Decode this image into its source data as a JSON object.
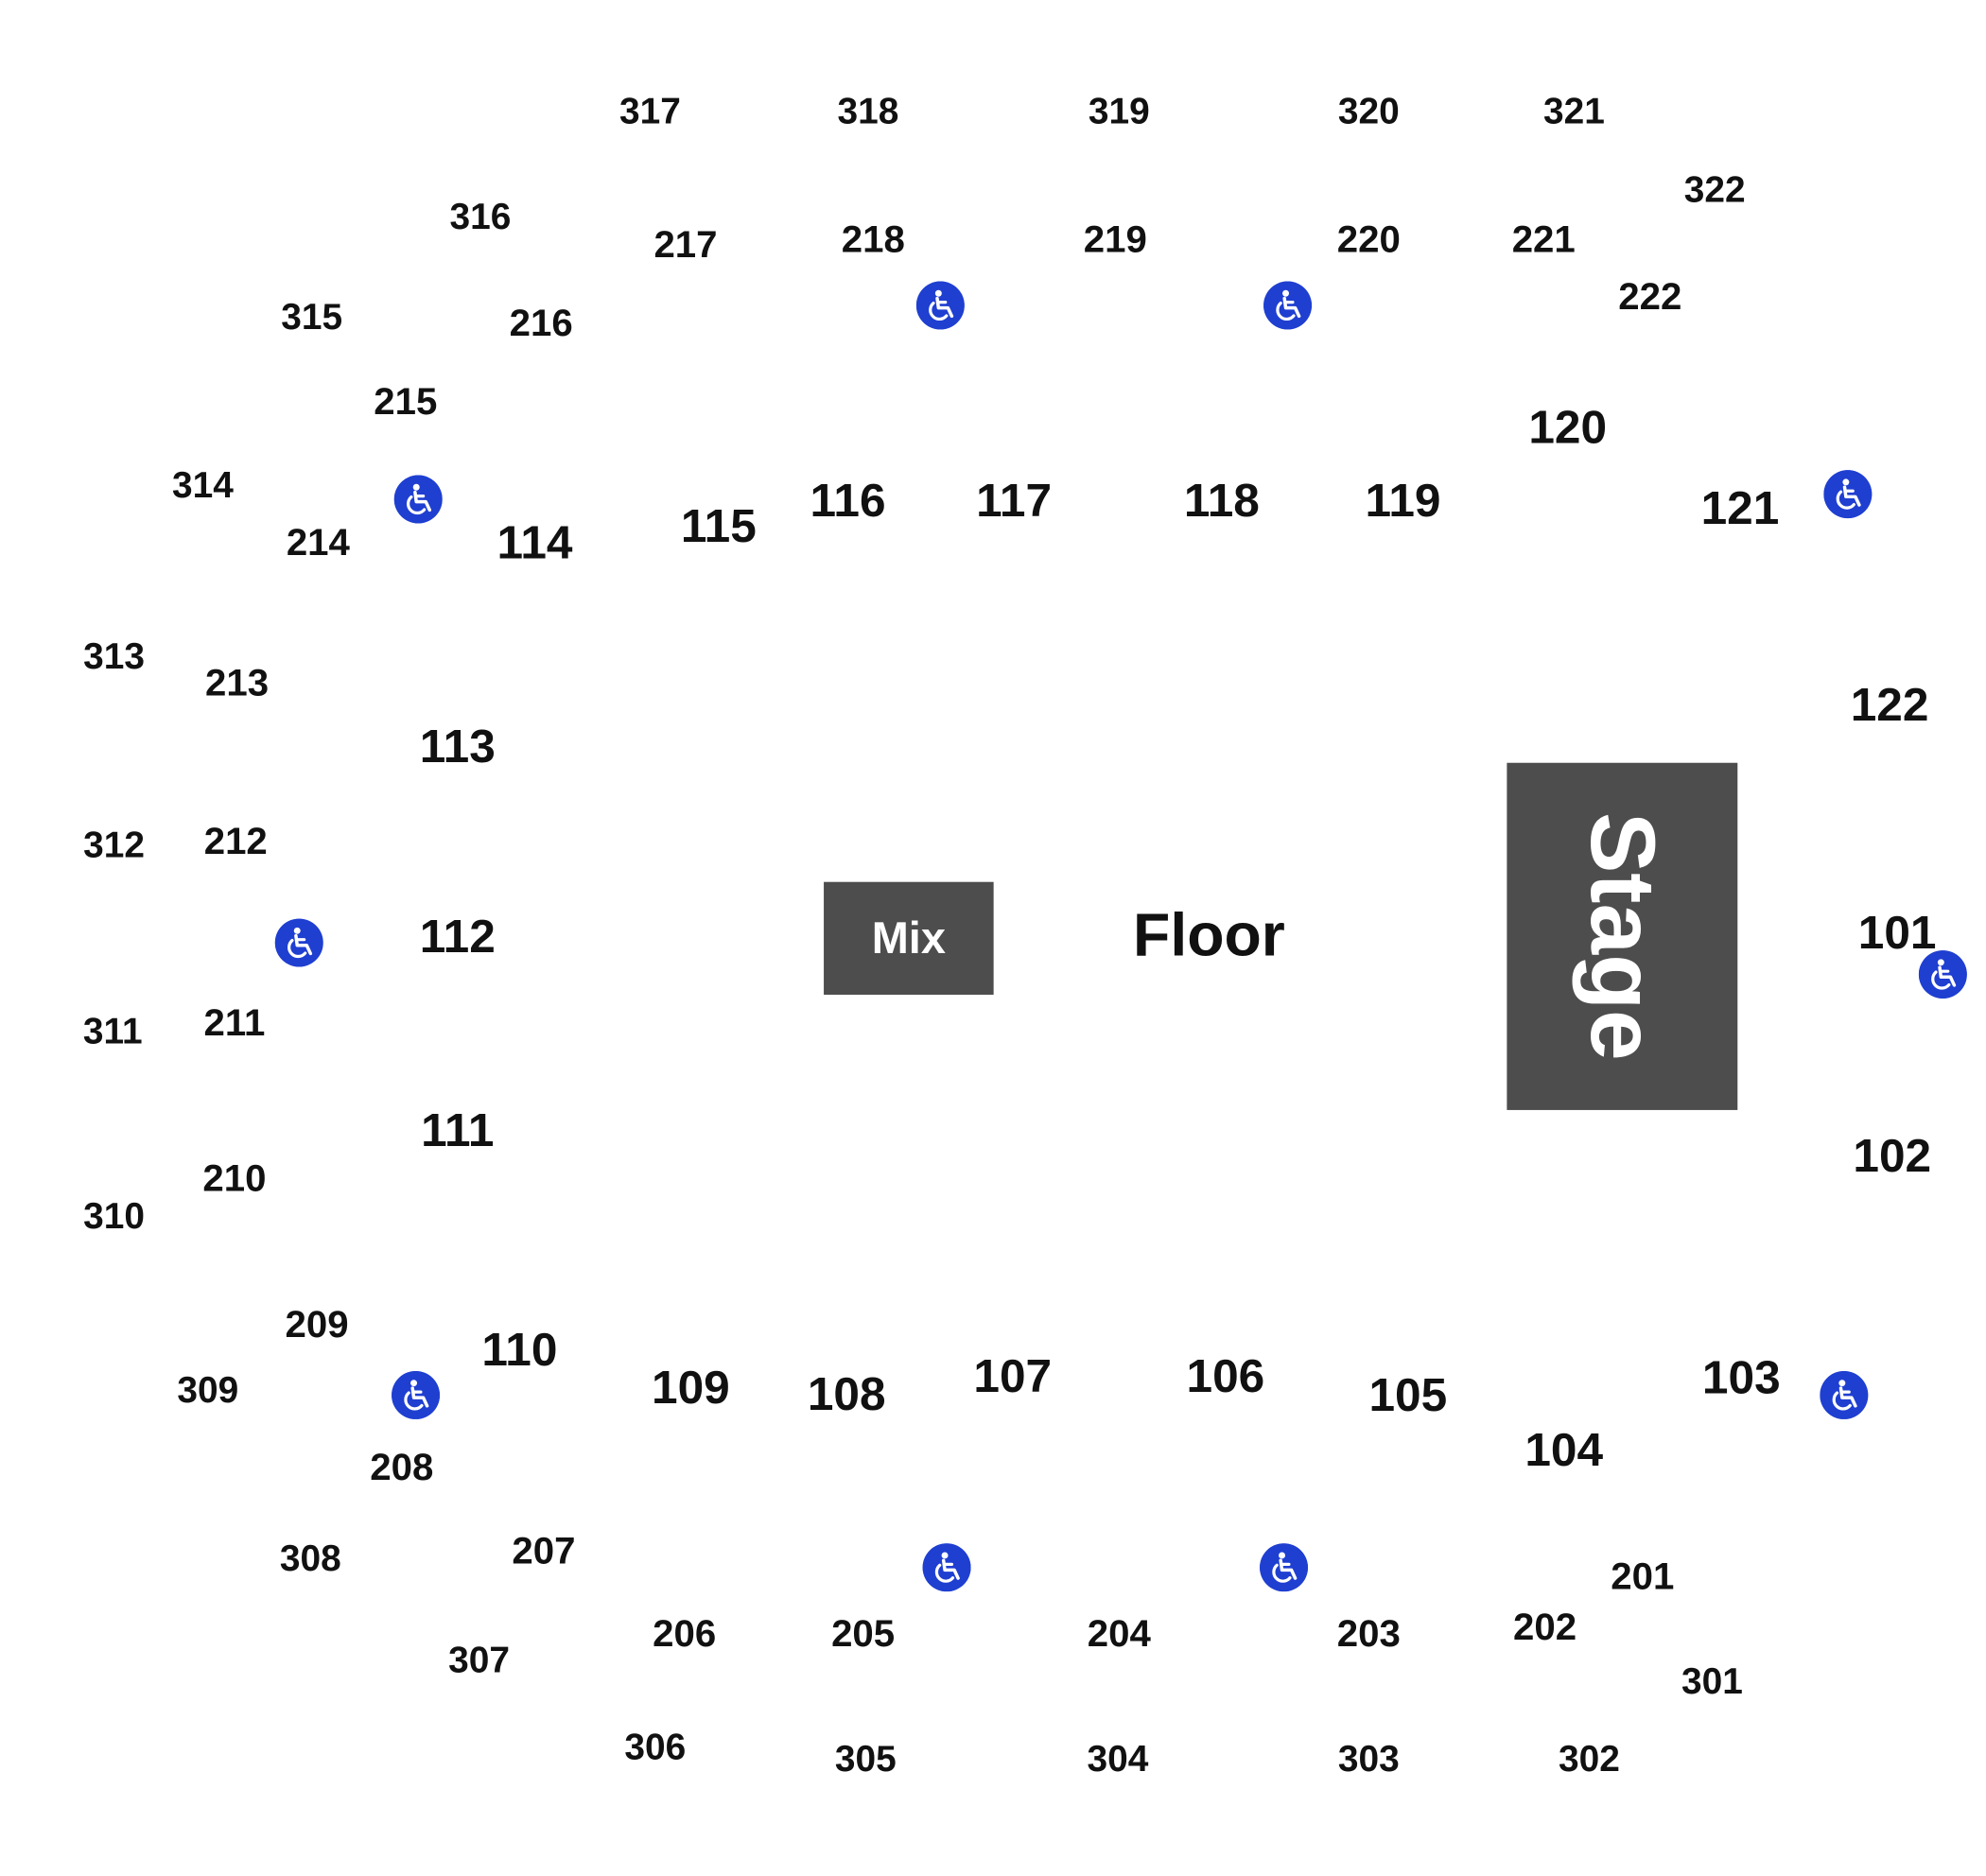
{
  "venue": {
    "floor_label": "Floor",
    "mix_label": "Mix",
    "stage_label": "Stage",
    "colors": {
      "background": "#ffffff",
      "block_fill": "#4d4d4d",
      "label_text": "#111111",
      "accessibility_icon": "#1f3fd1"
    }
  },
  "sections_100": [
    "101",
    "102",
    "103",
    "104",
    "105",
    "106",
    "107",
    "108",
    "109",
    "110",
    "111",
    "112",
    "113",
    "114",
    "115",
    "116",
    "117",
    "118",
    "119",
    "120",
    "121",
    "122"
  ],
  "sections_200": [
    "201",
    "202",
    "203",
    "204",
    "205",
    "206",
    "207",
    "208",
    "209",
    "210",
    "211",
    "212",
    "213",
    "214",
    "215",
    "216",
    "217",
    "218",
    "219",
    "220",
    "221",
    "222"
  ],
  "sections_300": [
    "301",
    "302",
    "303",
    "304",
    "305",
    "306",
    "307",
    "308",
    "309",
    "310",
    "311",
    "312",
    "313",
    "314",
    "315",
    "316",
    "317",
    "318",
    "319",
    "320",
    "321",
    "322"
  ],
  "accessible_seating_icon": "wheelchair-icon"
}
